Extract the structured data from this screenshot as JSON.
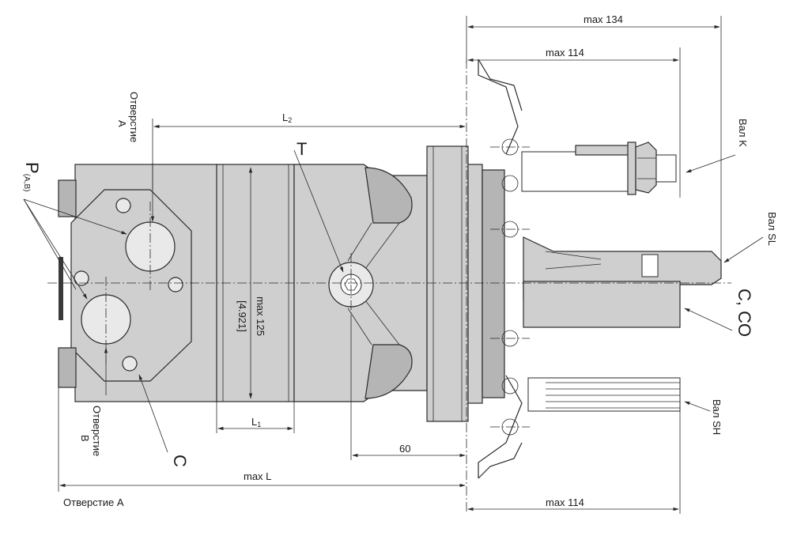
{
  "labels": {
    "max134": "max 134",
    "max114_top": "max 114",
    "max114_bottom": "max 114",
    "l2": "L",
    "l2_sub": "2",
    "l1": "L",
    "l1_sub": "1",
    "max_l": "max L",
    "sixty": "60",
    "max125": "max 125",
    "inch": "[4.921]",
    "t": "T",
    "p": "P",
    "p_sub": "(A,B)",
    "c_left": "C",
    "c_co": "C, CO",
    "port_a_top_1": "Отверстие",
    "port_a_top_2": "A",
    "port_b_1": "Отверстие",
    "port_b_2": "B",
    "port_a_bottom": "Отверстие A",
    "shaft_k": "Вал K",
    "shaft_sl": "Вал SL",
    "shaft_sh": "Вал SH"
  }
}
